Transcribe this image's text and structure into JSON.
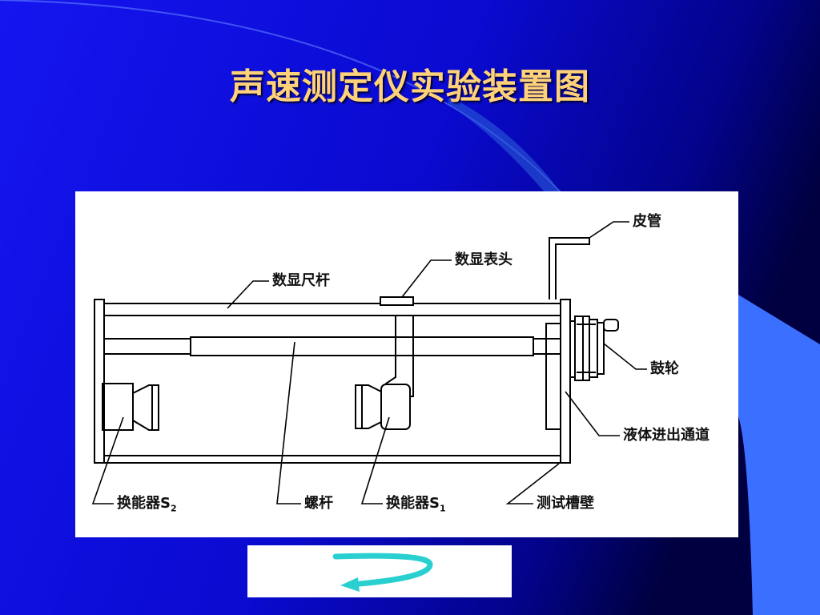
{
  "slide": {
    "title": "声速测定仪实验装置图"
  },
  "diagram": {
    "labels": {
      "digital_ruler": "数显尺杆",
      "digital_display_head": "数显表头",
      "hose": "皮管",
      "drum_wheel": "鼓轮",
      "liquid_channel": "液体进出通道",
      "transducer_s2": "换能器S",
      "transducer_s2_sub": "2",
      "screw_rod": "螺杆",
      "transducer_s1": "换能器S",
      "transducer_s1_sub": "1",
      "tank_wall": "测试槽壁"
    }
  },
  "navigation": {
    "return_icon": "return-arrow-icon"
  },
  "colors": {
    "background_deep": "#00007a",
    "background_bright": "#1a1aee",
    "accent_blue": "#3a6fff",
    "title": "#ffd27a",
    "arrow": "#2ad0d0"
  }
}
